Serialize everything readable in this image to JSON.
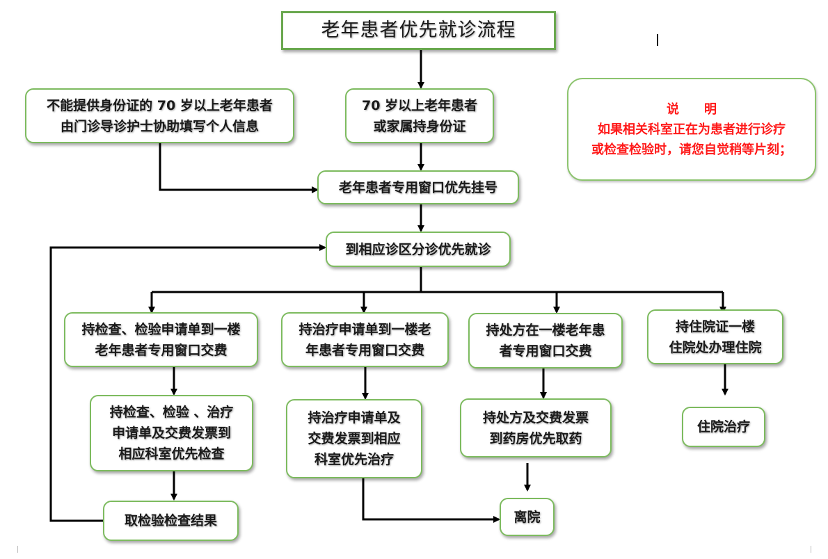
{
  "title": "老年患者优先就诊流程",
  "note": {
    "heading": "说　　明",
    "body": "如果相关科室正在为患者进行诊疗\n或检查检验时，请您自觉稍等片刻；"
  },
  "nodes": {
    "no_id": "不能提供身份证的 70 岁以上老年患者\n由门诊导诊护士协助填写个人信息",
    "with_id": "70 岁以上老年患者\n或家属持身份证",
    "register": "老年患者专用窗口优先挂号",
    "clinic": "到相应诊区分诊优先就诊",
    "exam_pay": "持检查、检验申请单到一楼\n老年患者专用窗口交费",
    "treat_pay": "持治疗申请单到一楼老\n年患者专用窗口交费",
    "rx_pay": "持处方在一楼老年患\n者专用窗口交费",
    "admit": "持住院证一楼\n住院处办理住院",
    "exam_do": "持检查、检验 、治疗\n申请单及交费发票到\n相应科室优先检查",
    "treat_do": "持治疗申请单及\n交费发票到相应\n科室优先治疗",
    "rx_get": "持处方及交费发票\n到药房优先取药",
    "inpatient": "住院治疗",
    "results": "取检验检查结果",
    "leave": "离院"
  },
  "colors": {
    "box_border": "#7dbb5f",
    "note_text": "#ff1a1a",
    "arrow": "#000000"
  }
}
